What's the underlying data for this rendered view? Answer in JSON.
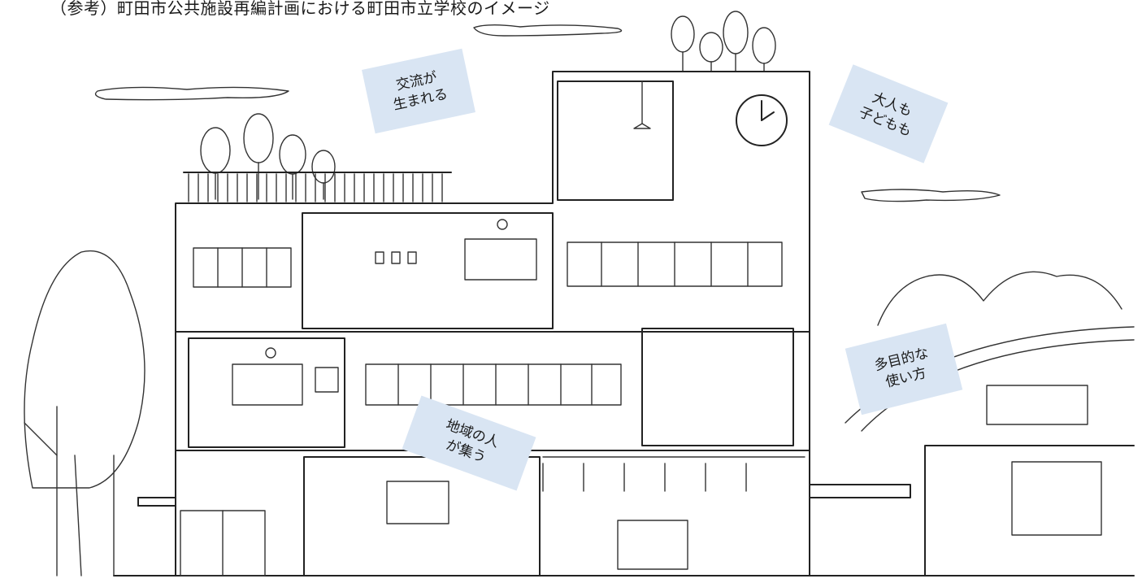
{
  "caption": "（参考）町田市公共施設再編計画における町田市立学校のイメージ",
  "labels": {
    "exchange": [
      "交流が",
      "生まれる"
    ],
    "adults": [
      "大人も",
      "子どもも"
    ],
    "multipurpose": [
      "多目的な",
      "使い方"
    ],
    "community": [
      "地域の人",
      "が集う"
    ]
  }
}
